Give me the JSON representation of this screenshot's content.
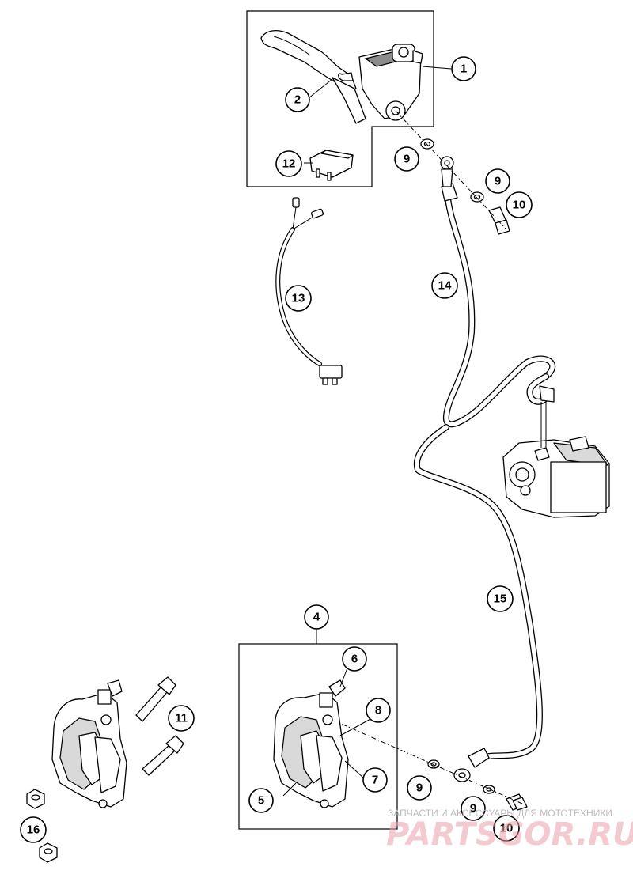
{
  "diagram": {
    "callouts": [
      {
        "id": "c1",
        "label": "1"
      },
      {
        "id": "c2",
        "label": "2"
      },
      {
        "id": "c4",
        "label": "4"
      },
      {
        "id": "c5",
        "label": "5"
      },
      {
        "id": "c6",
        "label": "6"
      },
      {
        "id": "c7",
        "label": "7"
      },
      {
        "id": "c8",
        "label": "8"
      },
      {
        "id": "c9a",
        "label": "9"
      },
      {
        "id": "c9b",
        "label": "9"
      },
      {
        "id": "c9c",
        "label": "9"
      },
      {
        "id": "c9d",
        "label": "9"
      },
      {
        "id": "c10a",
        "label": "10"
      },
      {
        "id": "c10b",
        "label": "10"
      },
      {
        "id": "c11",
        "label": "11"
      },
      {
        "id": "c12",
        "label": "12"
      },
      {
        "id": "c13",
        "label": "13"
      },
      {
        "id": "c14",
        "label": "14"
      },
      {
        "id": "c15",
        "label": "15"
      },
      {
        "id": "c16",
        "label": "16"
      }
    ]
  },
  "watermark": {
    "tagline": "ЗАПЧАСТИ И АКСЕССУАРЫ ДЛЯ МОТОТЕХНИКИ",
    "logo": "PARTSGOR.RU",
    "logo_color": "#e8a0a8"
  },
  "colors": {
    "line": "#000000",
    "background": "#ffffff"
  }
}
